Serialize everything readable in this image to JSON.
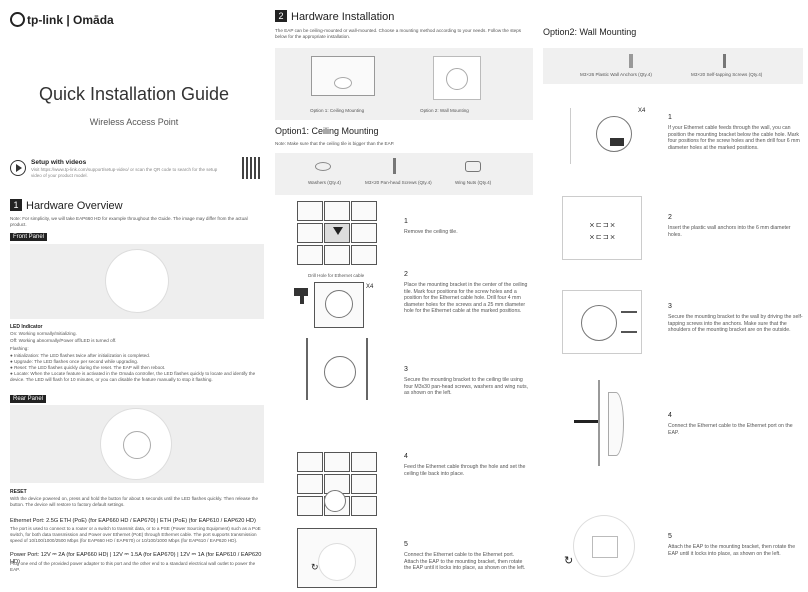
{
  "brand": {
    "logo": "tp-link | Omāda"
  },
  "cover": {
    "title": "Quick Installation Guide",
    "subtitle": "Wireless Access Point",
    "setup_title": "Setup with videos",
    "setup_desc": "Visit https://www.tp-link.com/support/setup-video/ or scan the QR code to search for the setup video of your product model."
  },
  "overview": {
    "heading": "Hardware Overview",
    "num": "1",
    "note": "Note: For simplicity, we will take EAP660 HD for example throughout the Guide. The image may differ from the actual product.",
    "front_tag": "Front Panel",
    "led_title": "LED Indicator",
    "led_on": "On: Working normally/Initializing.",
    "led_off": "Off: Working abnormally/Power off/LED is turned off.",
    "flashing": "Flashing:",
    "flash_items": [
      "Initialization: The LED flashes twice after initialization is completed.",
      "Upgrade: The LED flashes once per second while upgrading.",
      "Reset: The LED flashes quickly during the reset. The EAP will then reboot.",
      "Locate: When the Locate feature is activated in the Omada controller, the LED flashes quickly to locate and identify the device. The LED will flash for 10 minutes, or you can disable the feature manually to stop it flashing."
    ],
    "rear_tag": "Rear Panel",
    "reset_title": "RESET",
    "reset_desc": "With the device powered on, press and hold the button for about 5 seconds until the LED flashes quickly. Then release the button. The device will restore to factory default settings.",
    "eth_title": "Ethernet Port: 2.5G ETH (PoE) (for EAP660 HD / EAP670) | ETH (PoE) (for EAP610 / EAP620 HD)",
    "eth_desc": "The port is used to connect to a router or a switch to transmit data, or to a PSE (Power Sourcing Equipment) such as a PoE switch, for both data transmission and Power over Ethernet (PoE) through Ethernet cable. The port supports transmission speed of 10/100/1000/2500 Mbps (for EAP660 HD / EAP670) or 10/100/1000 Mbps (for EAP610 / EAP620 HD).",
    "pwr_title": "Power Port: 12V ⎓ 2A (for EAP660 HD) | 12V ⎓ 1.5A (for EAP670) | 12V ⎓ 1A (for EAP610 / EAP620 HD)",
    "pwr_desc": "Plug one end of the provided power adapter to this port and the other end to a standard electrical wall outlet to power the EAP."
  },
  "install": {
    "heading": "Hardware Installation",
    "num": "2",
    "intro": "The EAP can be ceiling-mounted or wall-mounted. Choose a mounting method according to your needs. Follow the steps below for the appropriate installation.",
    "opt1_caption": "Option 1: Ceiling Mounting",
    "opt2_caption": "Option 2: Wall Mounting",
    "opt1_heading": "Option1: Ceiling Mounting",
    "opt1_note": "Note: Make sure that the ceiling tile is bigger than the EAP.",
    "parts": [
      "Washers (Qty.4)",
      "M3×20 Pan-head Screws (Qty.4)",
      "Wing Nuts (Qty.4)"
    ],
    "drill_label": "Drill Hole for Ethernet cable",
    "x4": "X4",
    "steps": [
      {
        "n": "1",
        "t": "Remove the ceiling tile."
      },
      {
        "n": "2",
        "t": "Place the mounting bracket in the center of the ceiling tile. Mark four positions for the screw holes and a position for the Ethernet cable hole. Drill four 4 mm diameter holes for the screws and a 25 mm diameter hole for the Ethernet cable at the marked positions."
      },
      {
        "n": "3",
        "t": "Secure the mounting bracket to the ceiling tile using four M3x30 pan-head screws, washers and wing nuts, as shown on the left."
      },
      {
        "n": "4",
        "t": "Feed the Ethernet cable through the hole and set the ceiling tile back into place."
      },
      {
        "n": "5",
        "t": "Connect the Ethernet cable to the Ethernet port. Attach the EAP to the mounting bracket, then rotate the EAP until it locks into place, as shown on the left."
      }
    ]
  },
  "wall": {
    "heading": "Option2: Wall Mounting",
    "parts": [
      "M3×26 Plastic Wall Anchors (Qty.4)",
      "M3×20 Self-tapping Screws (Qty.4)"
    ],
    "x4": "X4",
    "steps": [
      {
        "n": "1",
        "t": "If your Ethernet cable feeds through the wall, you can position the mounting bracket below the cable hole. Mark four positions for the screw holes and then drill four 6 mm diameter holes at the marked positions."
      },
      {
        "n": "2",
        "t": "Insert the plastic wall anchors into the 6 mm diameter holes."
      },
      {
        "n": "3",
        "t": "Secure the mounting bracket to the wall by driving the self-tapping screws into the anchors. Make sure that the shoulders of the mounting bracket are on the outside."
      },
      {
        "n": "4",
        "t": "Connect the Ethernet cable to the Ethernet port on the EAP."
      },
      {
        "n": "5",
        "t": "Attach the EAP to the mounting bracket, then rotate the EAP until it locks into place, as shown on the left."
      }
    ]
  }
}
